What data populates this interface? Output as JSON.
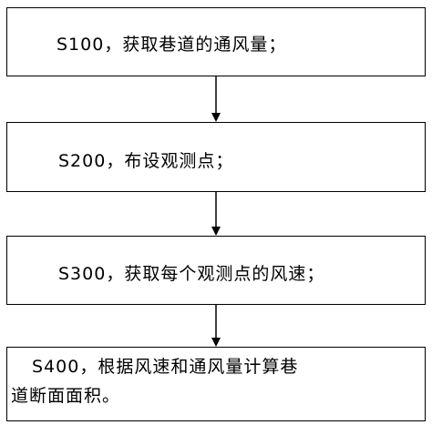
{
  "steps": [
    {
      "text": "S100，获取巷道的通风量；"
    },
    {
      "text": "S200，布设观测点；"
    },
    {
      "text": "S300，获取每个观测点的风速；"
    },
    {
      "text_line1": "S400，根据风速和通风量计算巷",
      "text_line2": "道断面面积。"
    }
  ]
}
